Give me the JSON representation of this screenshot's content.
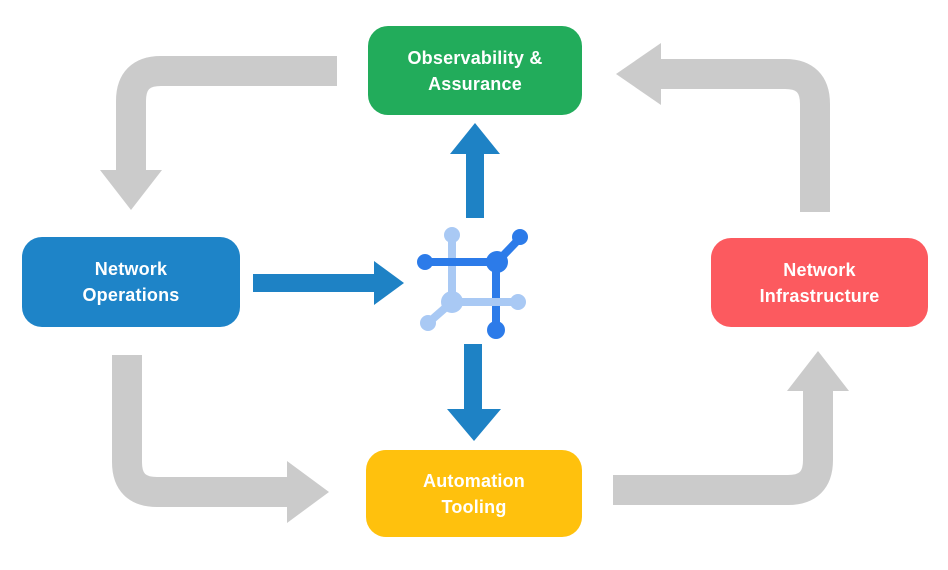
{
  "background": "#ffffff",
  "colors": {
    "arrow_gray": "#cbcbcb",
    "arrow_blue": "#1e82c5",
    "icon_dark_blue": "#2c7be9",
    "icon_light_blue": "#a9c9f4"
  },
  "nodes": {
    "observability": {
      "lines": [
        "Observability &",
        "Assurance"
      ],
      "color": "#22ac5b"
    },
    "operations": {
      "lines": [
        "Network",
        "Operations"
      ],
      "color": "#1e84c8"
    },
    "infrastructure": {
      "lines": [
        "Network",
        "Infrastructure"
      ],
      "color": "#fc5a5f"
    },
    "automation": {
      "lines": [
        "Automation",
        "Tooling"
      ],
      "color": "#ffc10d"
    }
  },
  "icon": {
    "name": "network-mesh-icon"
  },
  "arrows": {
    "gray_cycle": [
      "observability-to-operations",
      "operations-to-automation",
      "automation-to-infrastructure",
      "infrastructure-to-observability"
    ],
    "blue": [
      "operations-to-icon",
      "icon-to-observability",
      "icon-to-automation"
    ]
  }
}
